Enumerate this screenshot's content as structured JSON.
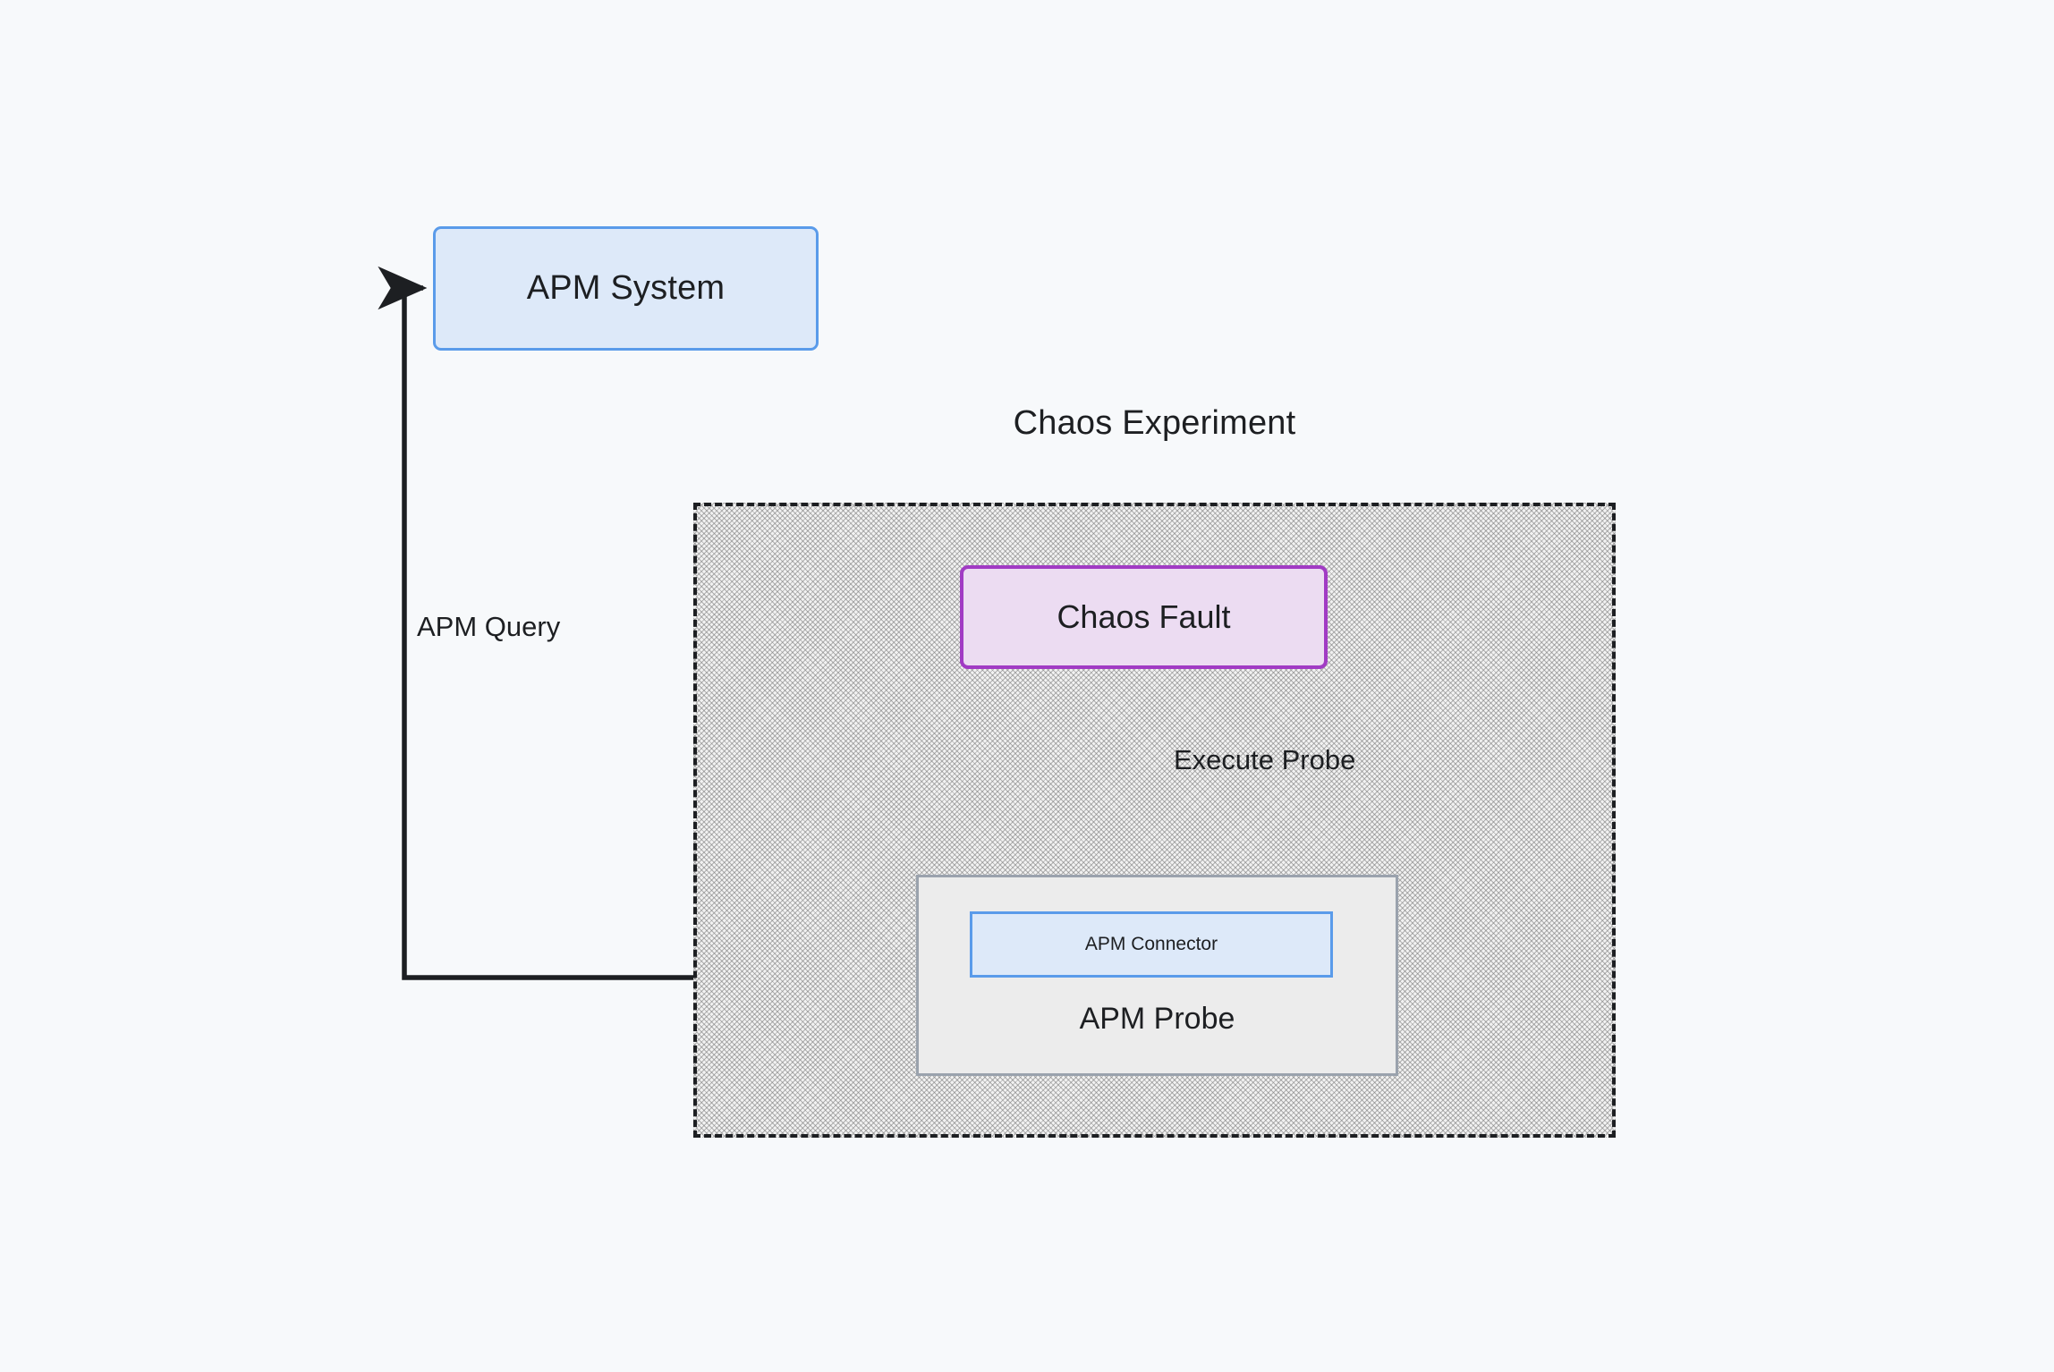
{
  "diagram": {
    "title": "Chaos Experiment",
    "background_color": "#f7f9fb",
    "nodes": {
      "apm_system": {
        "label": "APM System",
        "fill": "#dde9f9",
        "stroke": "#5a9bea"
      },
      "chaos_fault": {
        "label": "Chaos Fault",
        "fill": "#ecdcf2",
        "stroke": "#a13bc4"
      },
      "apm_probe": {
        "label": "APM Probe",
        "fill": "#ececec",
        "stroke": "#9aa2ad"
      },
      "apm_connector": {
        "label": "APM Connector",
        "fill": "#dde9f9",
        "stroke": "#5a9bea"
      }
    },
    "group": {
      "label": "Chaos Experiment",
      "stroke": "#1d1f22",
      "fill_pattern": "diagonal-hatch"
    },
    "edges": [
      {
        "id": "apm-query",
        "label": "APM Query",
        "from": "apm_probe",
        "to": "apm_system"
      },
      {
        "id": "execute-probe",
        "label": "Execute Probe",
        "from": "chaos_fault",
        "to": "apm_probe"
      }
    ]
  }
}
